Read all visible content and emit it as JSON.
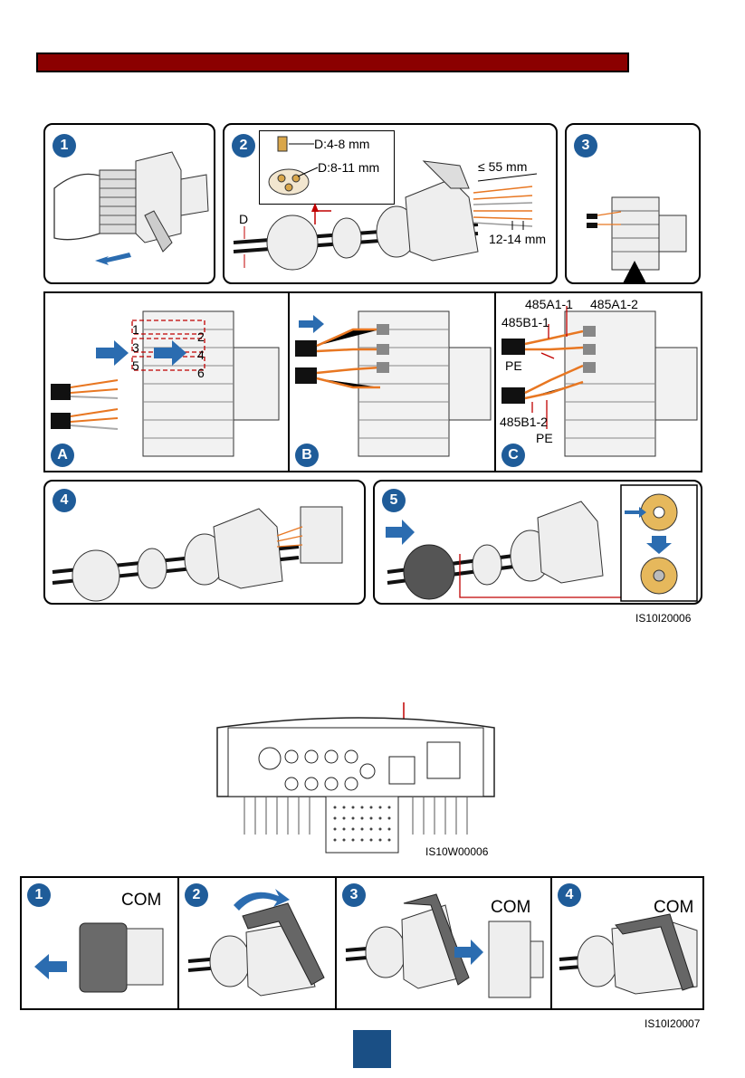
{
  "top_figure": {
    "code": "IS10I20006",
    "steps": [
      "1",
      "2",
      "3",
      "4",
      "5"
    ],
    "sub_steps": [
      "A",
      "B",
      "C"
    ],
    "step2": {
      "d_label": "D",
      "seal_small": "D:4-8 mm",
      "seal_large": "D:8-11 mm",
      "strip_length": "≤ 55 mm",
      "core_strip": "12-14 mm"
    },
    "stepA_ports": [
      "1",
      "2",
      "3",
      "4",
      "5",
      "6"
    ],
    "stepC_labels": {
      "a1_1": "485A1-1",
      "a1_2": "485A1-2",
      "b1_1": "485B1-1",
      "pe_top": "PE",
      "b1_2": "485B1-2",
      "pe_bottom": "PE"
    }
  },
  "inverter_figure": {
    "code": "IS10W00006"
  },
  "bottom_figure": {
    "code": "IS10I20007",
    "steps": [
      "1",
      "2",
      "3",
      "4"
    ],
    "com_label": "COM"
  },
  "colors": {
    "header_bar": "#8b0000",
    "step_circle": "#1f5c99",
    "arrow": "#2b6cb0",
    "wire": "#e87722",
    "callout": "#c00000",
    "page_box": "#1a4f85"
  }
}
